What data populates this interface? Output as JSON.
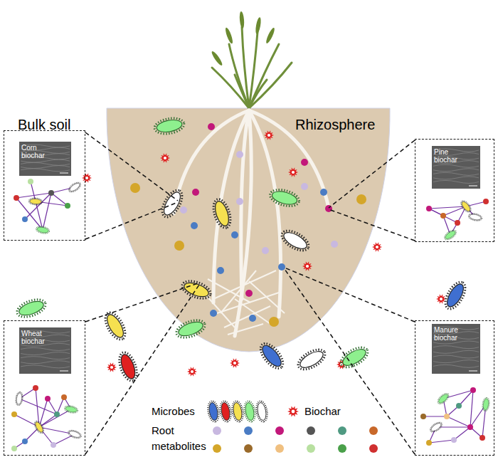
{
  "diagram": {
    "nodes": [
      {
        "text": [
          "Corn biochar"
        ]
      },
      {
        "text": [
          "Pine biochar"
        ]
      },
      {
        "text": [
          "Wheat biochar"
        ]
      },
      {
        "text": [
          "Manure biochar"
        ]
      }
    ],
    "labels": [
      "Bulk soil",
      "Rhizosphere"
    ],
    "legend": [
      {
        "text": "Microbes"
      },
      {
        "text": "Biochar"
      },
      {
        "text": "Root metabolites"
      }
    ]
  }
}
